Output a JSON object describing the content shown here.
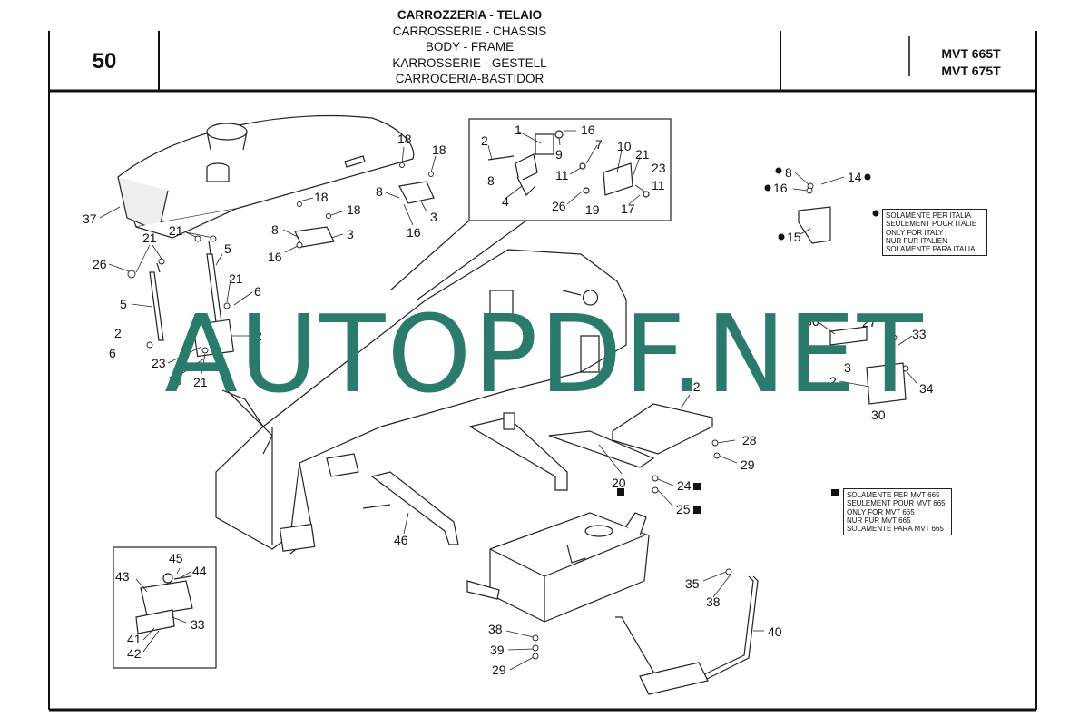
{
  "header": {
    "page_number": "50",
    "title_lines": [
      "CARROZZERIA - TELAIO",
      "CARROSSERIE - CHASSIS",
      "BODY - FRAME",
      "KARROSSERIE - GESTELL",
      "CARROCERIA-BASTIDOR"
    ],
    "models": [
      "MVT 665T",
      "MVT 675T"
    ]
  },
  "notes": {
    "italy": [
      "SOLAMENTE PER ITALIA",
      "SEULEMENT POUR ITALIE",
      "ONLY FOR ITALY",
      "NUR FUR ITALIEN",
      "SOLAMENTE PARA ITALIA"
    ],
    "mvt665": [
      "SOLAMENTE PER MVT 665",
      "SEULEMENT POUR MVT 665",
      "ONLY FOR MVT 665",
      "NUR FUR MVT 665",
      "SOLAMENTE PARA MVT 665"
    ]
  },
  "callouts": {
    "c1": "1",
    "c2": "2",
    "c16a": "16",
    "c9": "9",
    "c7": "7",
    "c10": "10",
    "c21a": "21",
    "c23a": "23",
    "c8a": "8",
    "c11a": "11",
    "c11b": "11",
    "c4": "4",
    "c26a": "26",
    "c19": "19",
    "c17": "17",
    "c18a": "18",
    "c18b": "18",
    "c8b": "8",
    "c3a": "3",
    "c16b": "16",
    "c18c": "18",
    "c18d": "18",
    "c8c": "8",
    "c3b": "3",
    "c16c": "16",
    "c37": "37",
    "c21b": "21",
    "c21c": "21",
    "c5a": "5",
    "c26b": "26",
    "c5b": "5",
    "c21d": "21",
    "c6a": "6",
    "c2b": "2",
    "c2c": "2",
    "c6b": "6",
    "c23b": "23",
    "c13": "13",
    "c21e": "21",
    "c8d": "8",
    "c16d": "16",
    "c14": "14",
    "c15": "15",
    "c36": "36",
    "c27": "27",
    "c33a": "33",
    "c31": "3",
    "c32": "2",
    "c34": "34",
    "c30": "30",
    "c22": "22",
    "c28": "28",
    "c29a": "29",
    "c20": "20",
    "c24": "24",
    "c25": "25",
    "c46": "46",
    "c45": "45",
    "c44": "44",
    "c43": "43",
    "c33b": "33",
    "c41": "41",
    "c42": "42",
    "c35": "35",
    "c38a": "38",
    "c40": "40",
    "c38b": "38",
    "c39": "39",
    "c29b": "29"
  },
  "watermark": "AUTOPDF.NET",
  "icons": {
    "italy_marker": "filled-circle",
    "mvt665_marker": "filled-square"
  }
}
